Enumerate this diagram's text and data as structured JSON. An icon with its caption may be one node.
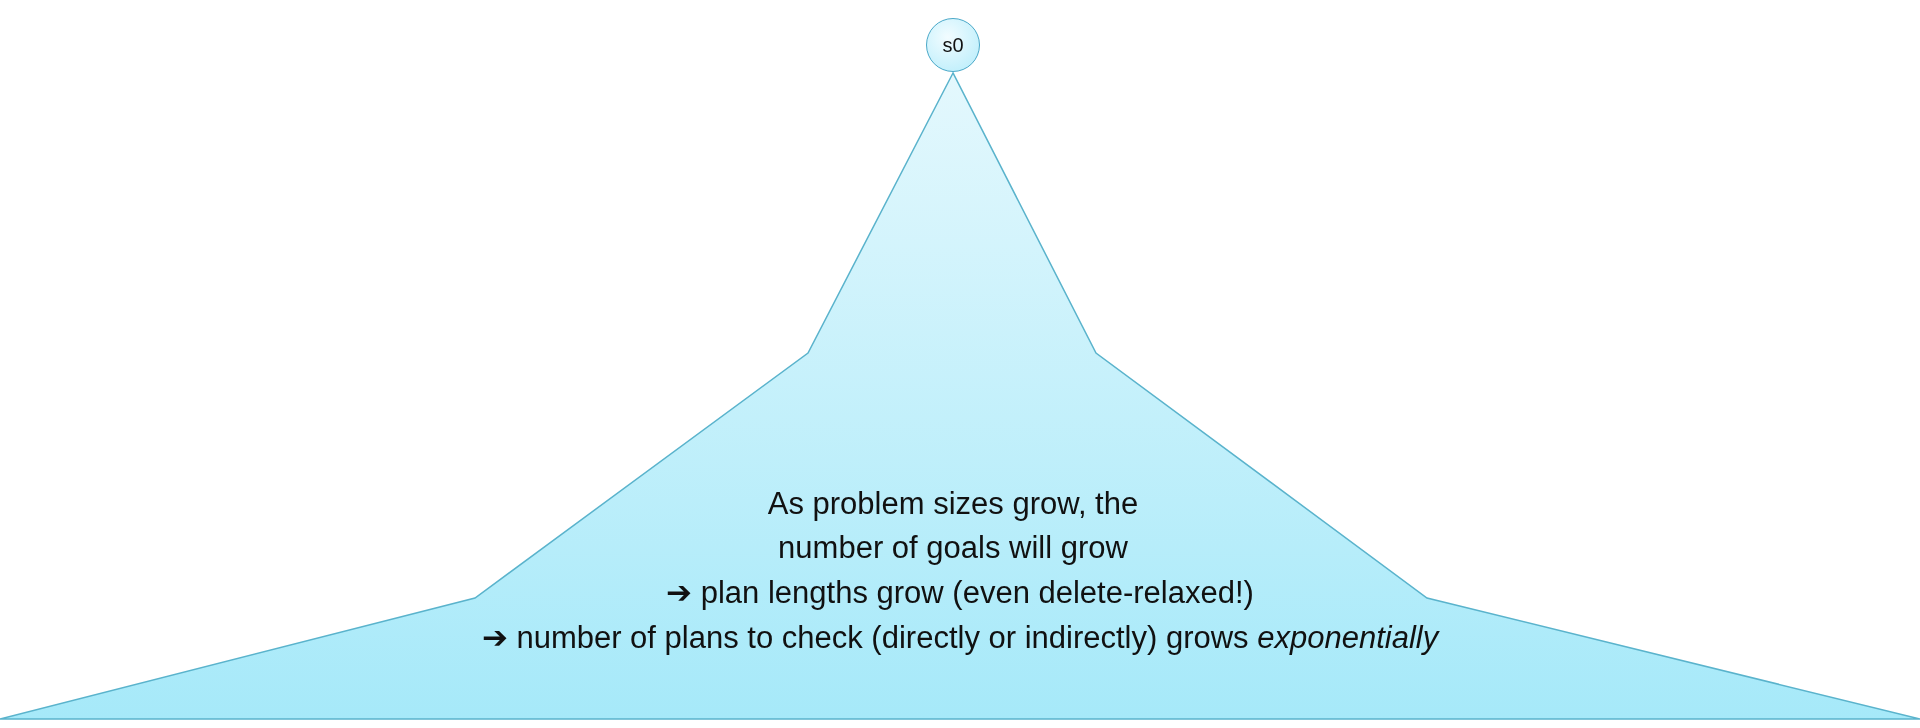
{
  "diagram": {
    "nodes": [
      {
        "text": [
          "s0"
        ]
      },
      {
        "text": [
          "As problem sizes grow, the number of goals will grow",
          "➔ plan lengths grow (even delete-relaxed!)",
          "➔ number of plans to check (directly or indirectly) grows *exponentially*"
        ]
      }
    ]
  }
}
